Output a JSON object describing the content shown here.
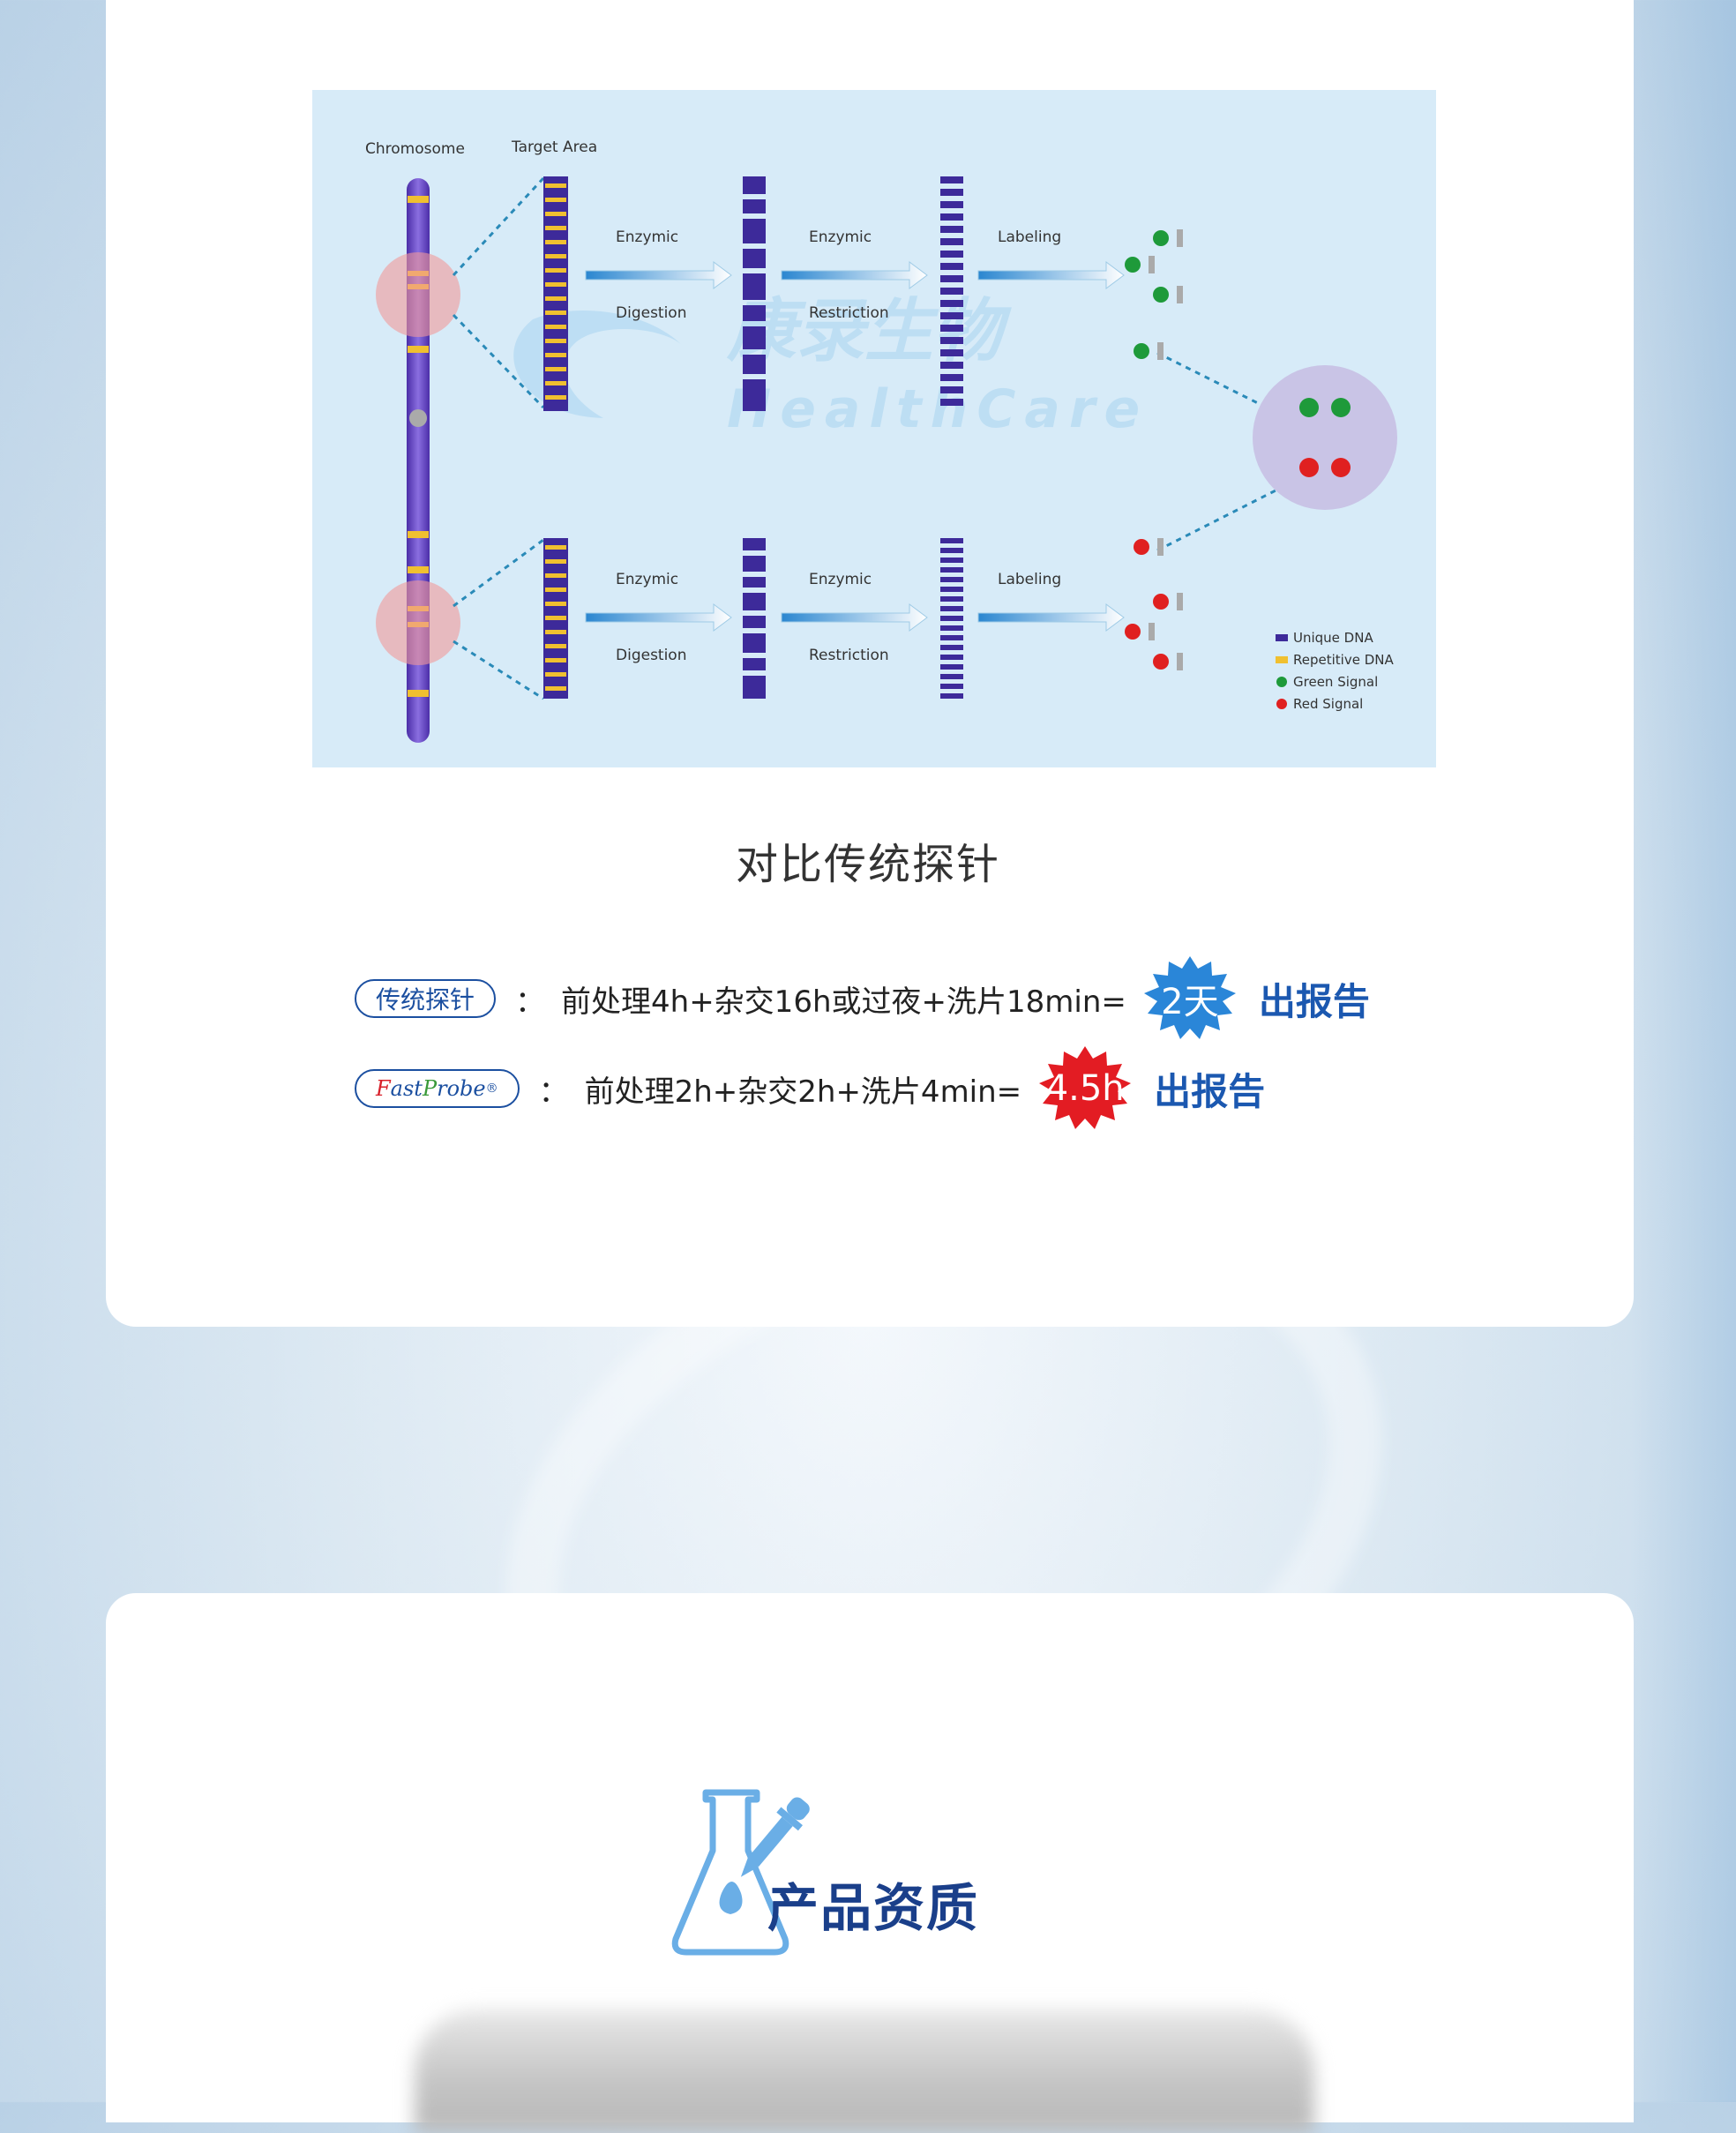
{
  "diagram": {
    "labels": {
      "chromosome": "Chromosome",
      "target_area": "Target Area",
      "enzymic": "Enzymic",
      "digestion": "Digestion",
      "restriction": "Restriction",
      "labeling": "Labeling"
    },
    "legend": [
      "Unique DNA",
      "Repetitive DNA",
      "Green Signal",
      "Red Signal"
    ],
    "watermark": {
      "cn": "康录生物",
      "en": "HealthCare"
    },
    "colors": {
      "unique": "#3d2a9a",
      "repetitive": "#f0c030",
      "green": "#1e9a3a",
      "red": "#e02020"
    }
  },
  "comparison": {
    "title": "对比传统探针",
    "traditional": {
      "label": "传统探针",
      "formula": "前处理4h+杂交16h或过夜+洗片18min=",
      "badge": "2天",
      "badge_color": "#2a86d8",
      "report": "出报告"
    },
    "fastprobe": {
      "label_parts": [
        "F",
        "ast",
        "P",
        "robe",
        "®"
      ],
      "formula": "前处理2h+杂交2h+洗片4min=",
      "badge": "4.5h",
      "badge_color": "#e31c23",
      "report": "出报告"
    },
    "colon": "："
  },
  "qualification": {
    "title": "产品资质",
    "icon": "flask-dropper-icon"
  }
}
